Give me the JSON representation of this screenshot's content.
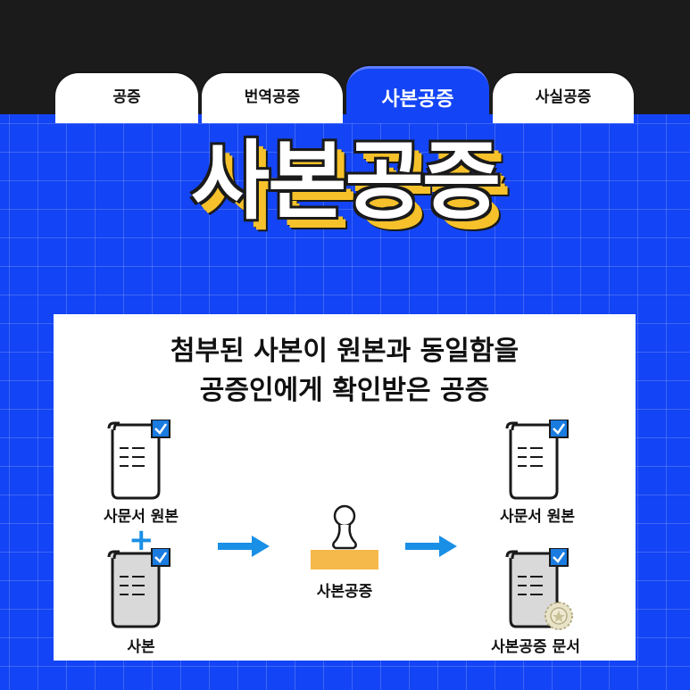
{
  "tabs": [
    {
      "label": "공증"
    },
    {
      "label": "번역공증"
    },
    {
      "label": "사본공증"
    },
    {
      "label": "사실공증"
    }
  ],
  "big_title": "사본공증",
  "headline": {
    "line1": "첨부된 사본이 원본과 동일함을",
    "line2": "공증인에게 확인받은 공증"
  },
  "diagram": {
    "left_top_label": "사문서 원본",
    "plus": "+",
    "left_bottom_label": "사본",
    "center_label": "사본공증",
    "right_top_label": "사문서 원본",
    "right_bottom_label": "사본공증 문서"
  },
  "colors": {
    "blue": "#1344f5",
    "yellow": "#f6c12a",
    "arrow": "#1a8fe6",
    "stamp_base": "#f5b84a"
  }
}
